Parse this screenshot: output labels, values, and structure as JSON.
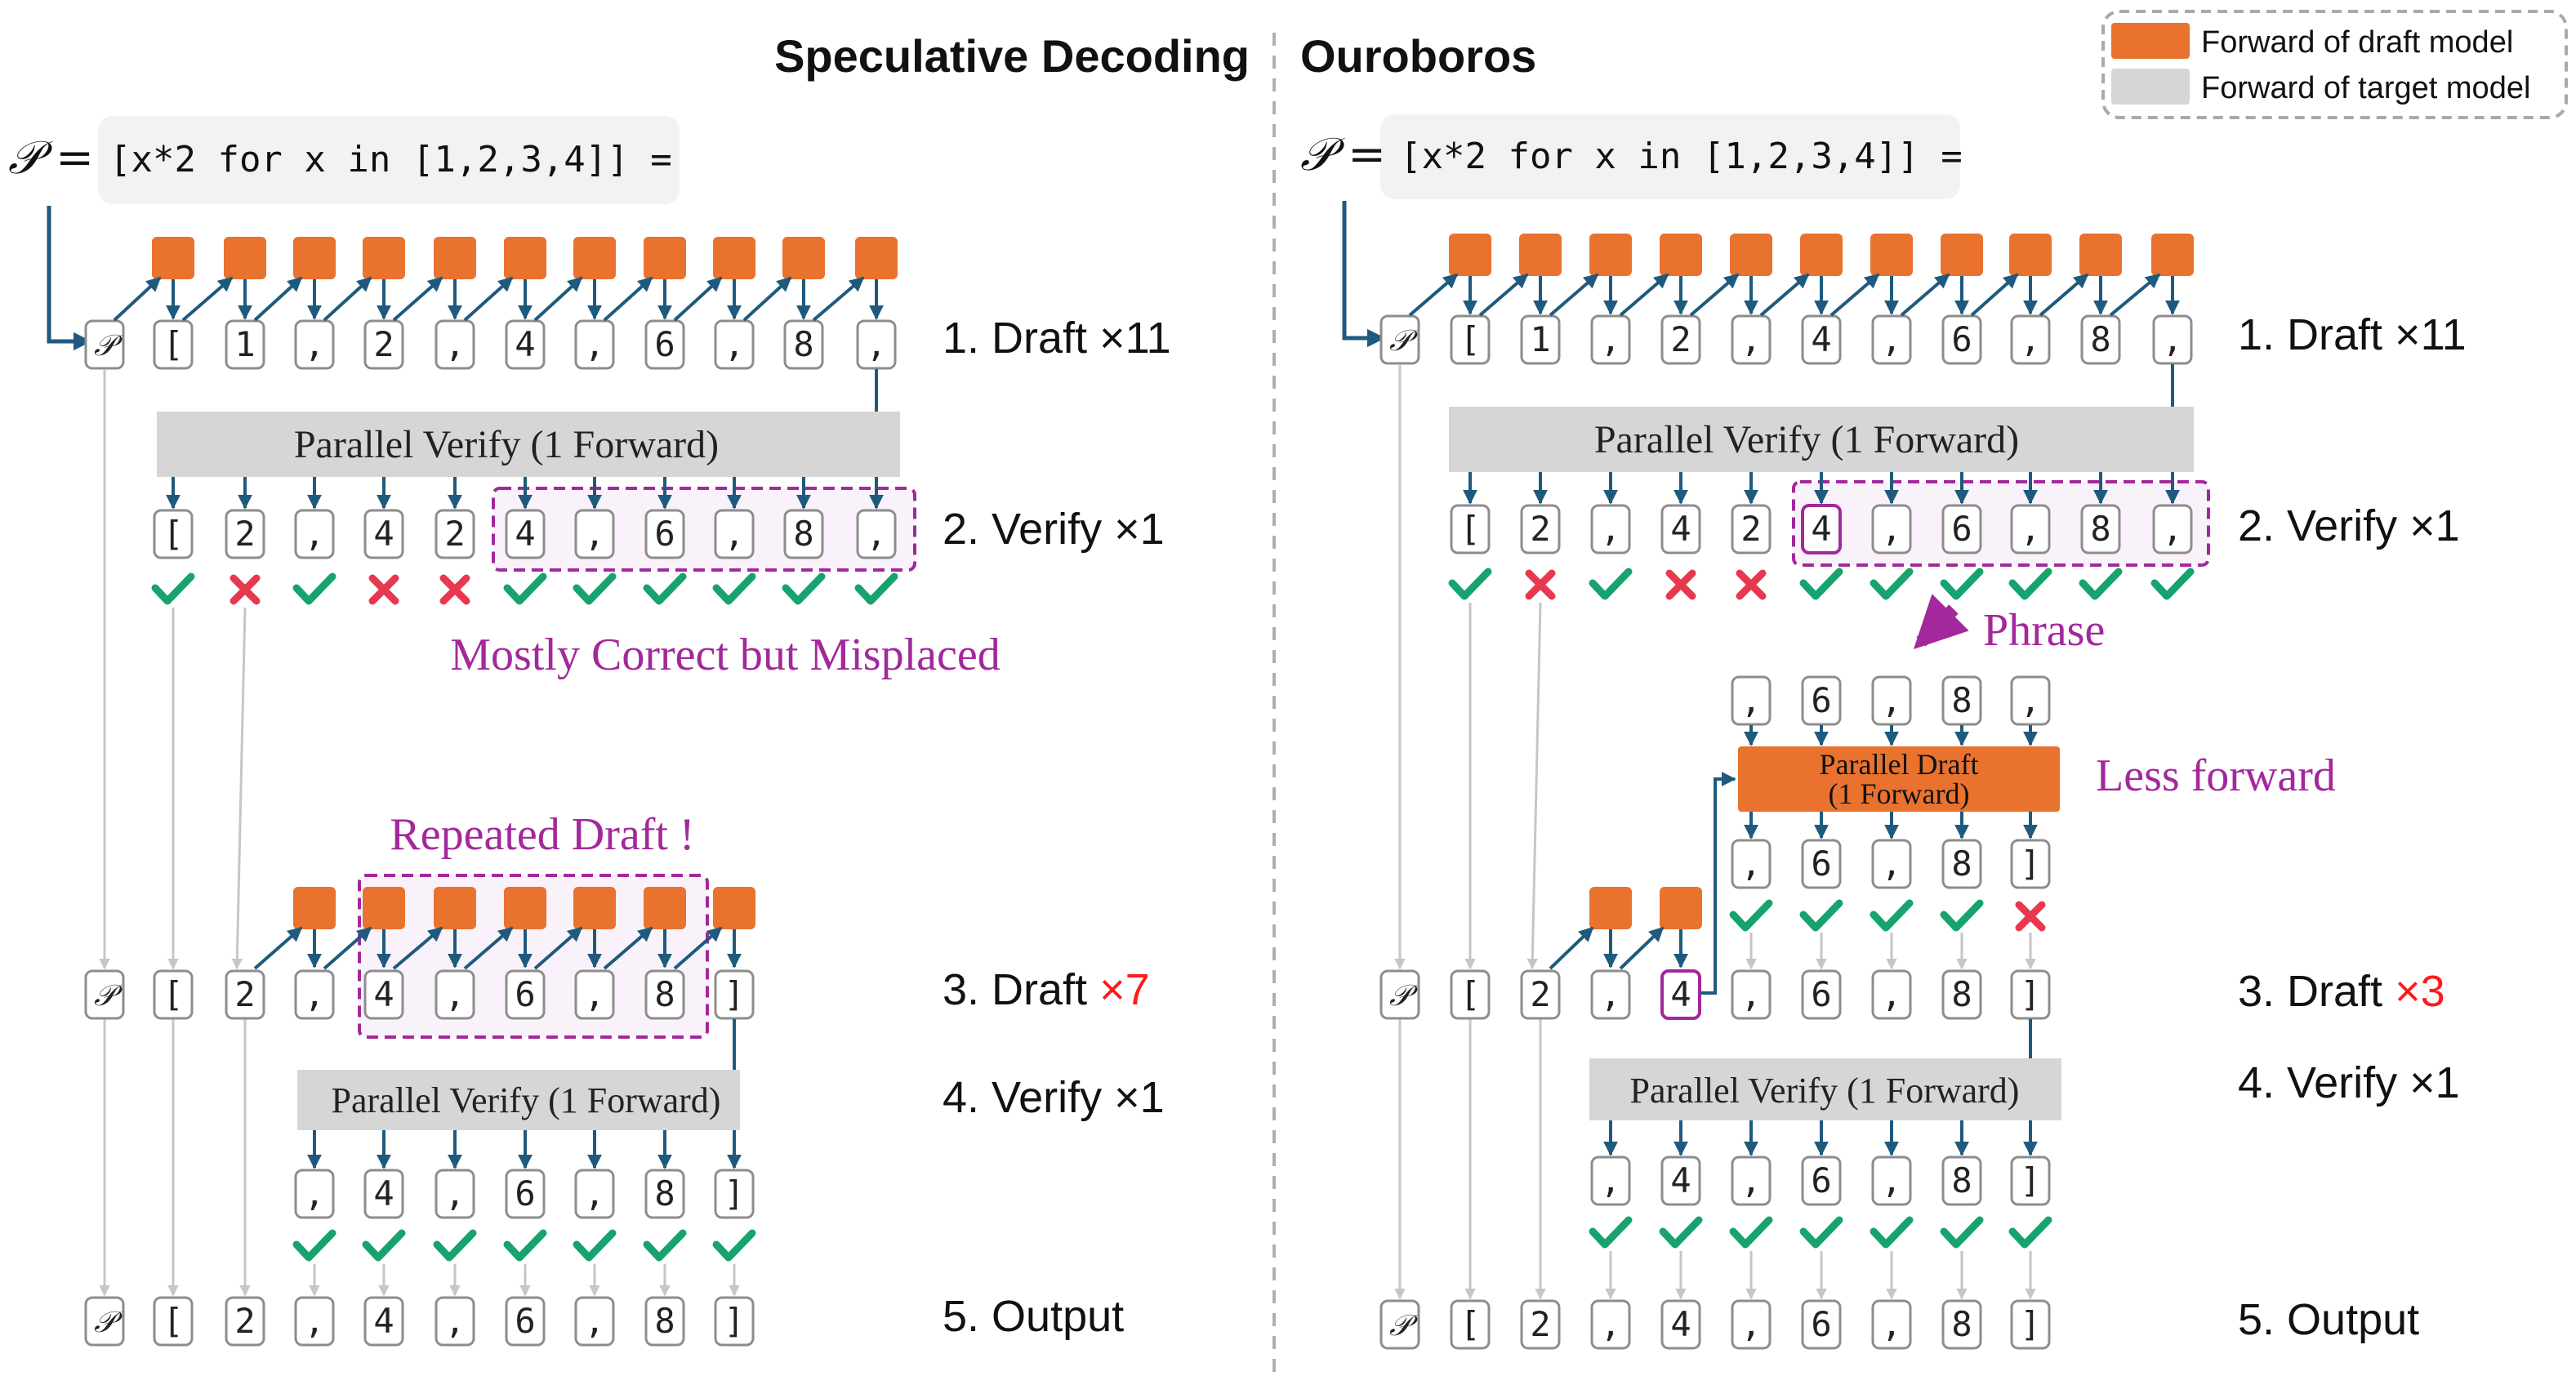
{
  "colors": {
    "draft": "#e9722e",
    "target": "#d6d6d6",
    "arrow": "#1f5a7e",
    "gray_arrow": "#c6c6c6",
    "accept": "#16a36d",
    "reject": "#e8384f",
    "annotation": "#a3289b",
    "multiplier_red": "#ff1a1a"
  },
  "legend": {
    "draft_label": "Forward of draft  model",
    "target_label": "Forward of target model"
  },
  "left": {
    "title": "Speculative Decoding",
    "prompt_symbol": "𝒫 =",
    "prompt_text": "[x*2 for x in [1,2,3,4]] =",
    "step1": "1. Draft ×11",
    "step2": "2. Verify ×1",
    "step3_prefix": "3. Draft ",
    "step3_mult": "×7",
    "step4": "4. Verify ×1",
    "step5": "5. Output",
    "verify1_label": "Parallel Verify (1 Forward)",
    "verify2_label": "Parallel Verify (1 Forward)",
    "annotation_misplaced": "Mostly Correct but Misplaced",
    "annotation_repeated": "Repeated Draft !",
    "row_draft": [
      "𝒫",
      "[",
      "1",
      ",",
      "2",
      ",",
      "4",
      ",",
      "6",
      ",",
      "8",
      ","
    ],
    "row_verify": [
      "[",
      "2",
      ",",
      "4",
      "2",
      "4",
      ",",
      "6",
      ",",
      "8",
      ","
    ],
    "verify_marks": [
      "ok",
      "x",
      "ok",
      "x",
      "x",
      "ok",
      "ok",
      "ok",
      "ok",
      "ok",
      "ok"
    ],
    "row_draft2": [
      "𝒫",
      "[",
      "2",
      ",",
      "4",
      ",",
      "6",
      ",",
      "8",
      "]"
    ],
    "row_verify2": [
      ",",
      "4",
      ",",
      "6",
      ",",
      "8",
      "]"
    ],
    "verify2_marks": [
      "ok",
      "ok",
      "ok",
      "ok",
      "ok",
      "ok",
      "ok"
    ],
    "row_output": [
      "𝒫",
      "[",
      "2",
      ",",
      "4",
      ",",
      "6",
      ",",
      "8",
      "]"
    ]
  },
  "right": {
    "title": "Ouroboros",
    "prompt_symbol": "𝒫 =",
    "prompt_text": "[x*2 for x in [1,2,3,4]] =",
    "step1": "1. Draft ×11",
    "step2": "2. Verify ×1",
    "step3_prefix": "3. Draft ",
    "step3_mult": "×3",
    "step4": "4. Verify ×1",
    "step5": "5. Output",
    "verify1_label": "Parallel Verify (1 Forward)",
    "verify2_label": "Parallel Verify (1 Forward)",
    "parallel_draft_line1": "Parallel Draft",
    "parallel_draft_line2": "(1 Forward)",
    "annotation_phrase": "Phrase",
    "annotation_less": "Less forward",
    "row_draft": [
      "𝒫",
      "[",
      "1",
      ",",
      "2",
      ",",
      "4",
      ",",
      "6",
      ",",
      "8",
      ","
    ],
    "row_verify": [
      "[",
      "2",
      ",",
      "4",
      "2",
      "4",
      ",",
      "6",
      ",",
      "8",
      ","
    ],
    "verify_marks": [
      "ok",
      "x",
      "ok",
      "x",
      "x",
      "ok",
      "ok",
      "ok",
      "ok",
      "ok",
      "ok"
    ],
    "phrase_row": [
      ",",
      "6",
      ",",
      "8",
      ","
    ],
    "pd_out_row": [
      ",",
      "6",
      ",",
      "8",
      "]"
    ],
    "pd_marks": [
      "ok",
      "ok",
      "ok",
      "ok",
      "x"
    ],
    "row_draft2": [
      "𝒫",
      "[",
      "2",
      ",",
      "4",
      ",",
      "6",
      ",",
      "8",
      "]"
    ],
    "row_verify2": [
      ",",
      "4",
      ",",
      "6",
      ",",
      "8",
      "]"
    ],
    "verify2_marks": [
      "ok",
      "ok",
      "ok",
      "ok",
      "ok",
      "ok",
      "ok"
    ],
    "row_output": [
      "𝒫",
      "[",
      "2",
      ",",
      "4",
      ",",
      "6",
      ",",
      "8",
      "]"
    ]
  }
}
